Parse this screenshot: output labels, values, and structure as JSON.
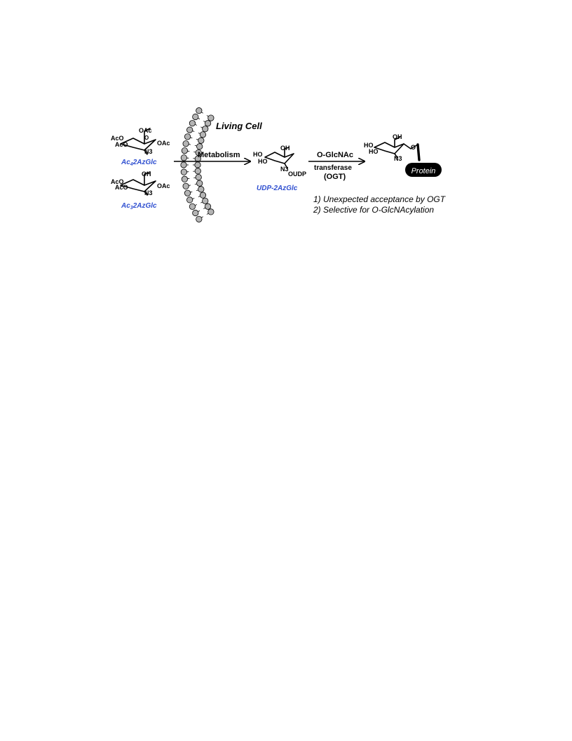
{
  "living_cell": "Living Cell",
  "arrow1_label": "Metabolism",
  "arrow2_label_top": "O-GlcNAc",
  "arrow2_label_mid": "transferase",
  "arrow2_label_bot": "(OGT)",
  "compounds": {
    "ac4": {
      "name_pre": "Ac",
      "name_sub": "4",
      "name_post": "2AzGlc",
      "groups": [
        "OAc",
        "AcO",
        "AcO",
        "OAc",
        "N3"
      ]
    },
    "ac3": {
      "name_pre": "Ac",
      "name_sub": "3",
      "name_post": "2AzGlc",
      "groups": [
        "OH",
        "AcO",
        "AcO",
        "OAc",
        "N3"
      ]
    },
    "udp": {
      "name": "UDP-2AzGlc",
      "groups": [
        "OH",
        "HO",
        "HO",
        "OUDP",
        "N3"
      ]
    },
    "product": {
      "groups": [
        "OH",
        "HO",
        "HO",
        "N3",
        "O"
      ],
      "protein_label": "Protein"
    }
  },
  "notes": [
    "1) Unexpected acceptance by OGT",
    "2) Selective for O-GlcNAcylation"
  ],
  "colors": {
    "compound_name": "#2f4fd0",
    "membrane_head": "#b4b4b4",
    "protein_fill": "#000000"
  }
}
